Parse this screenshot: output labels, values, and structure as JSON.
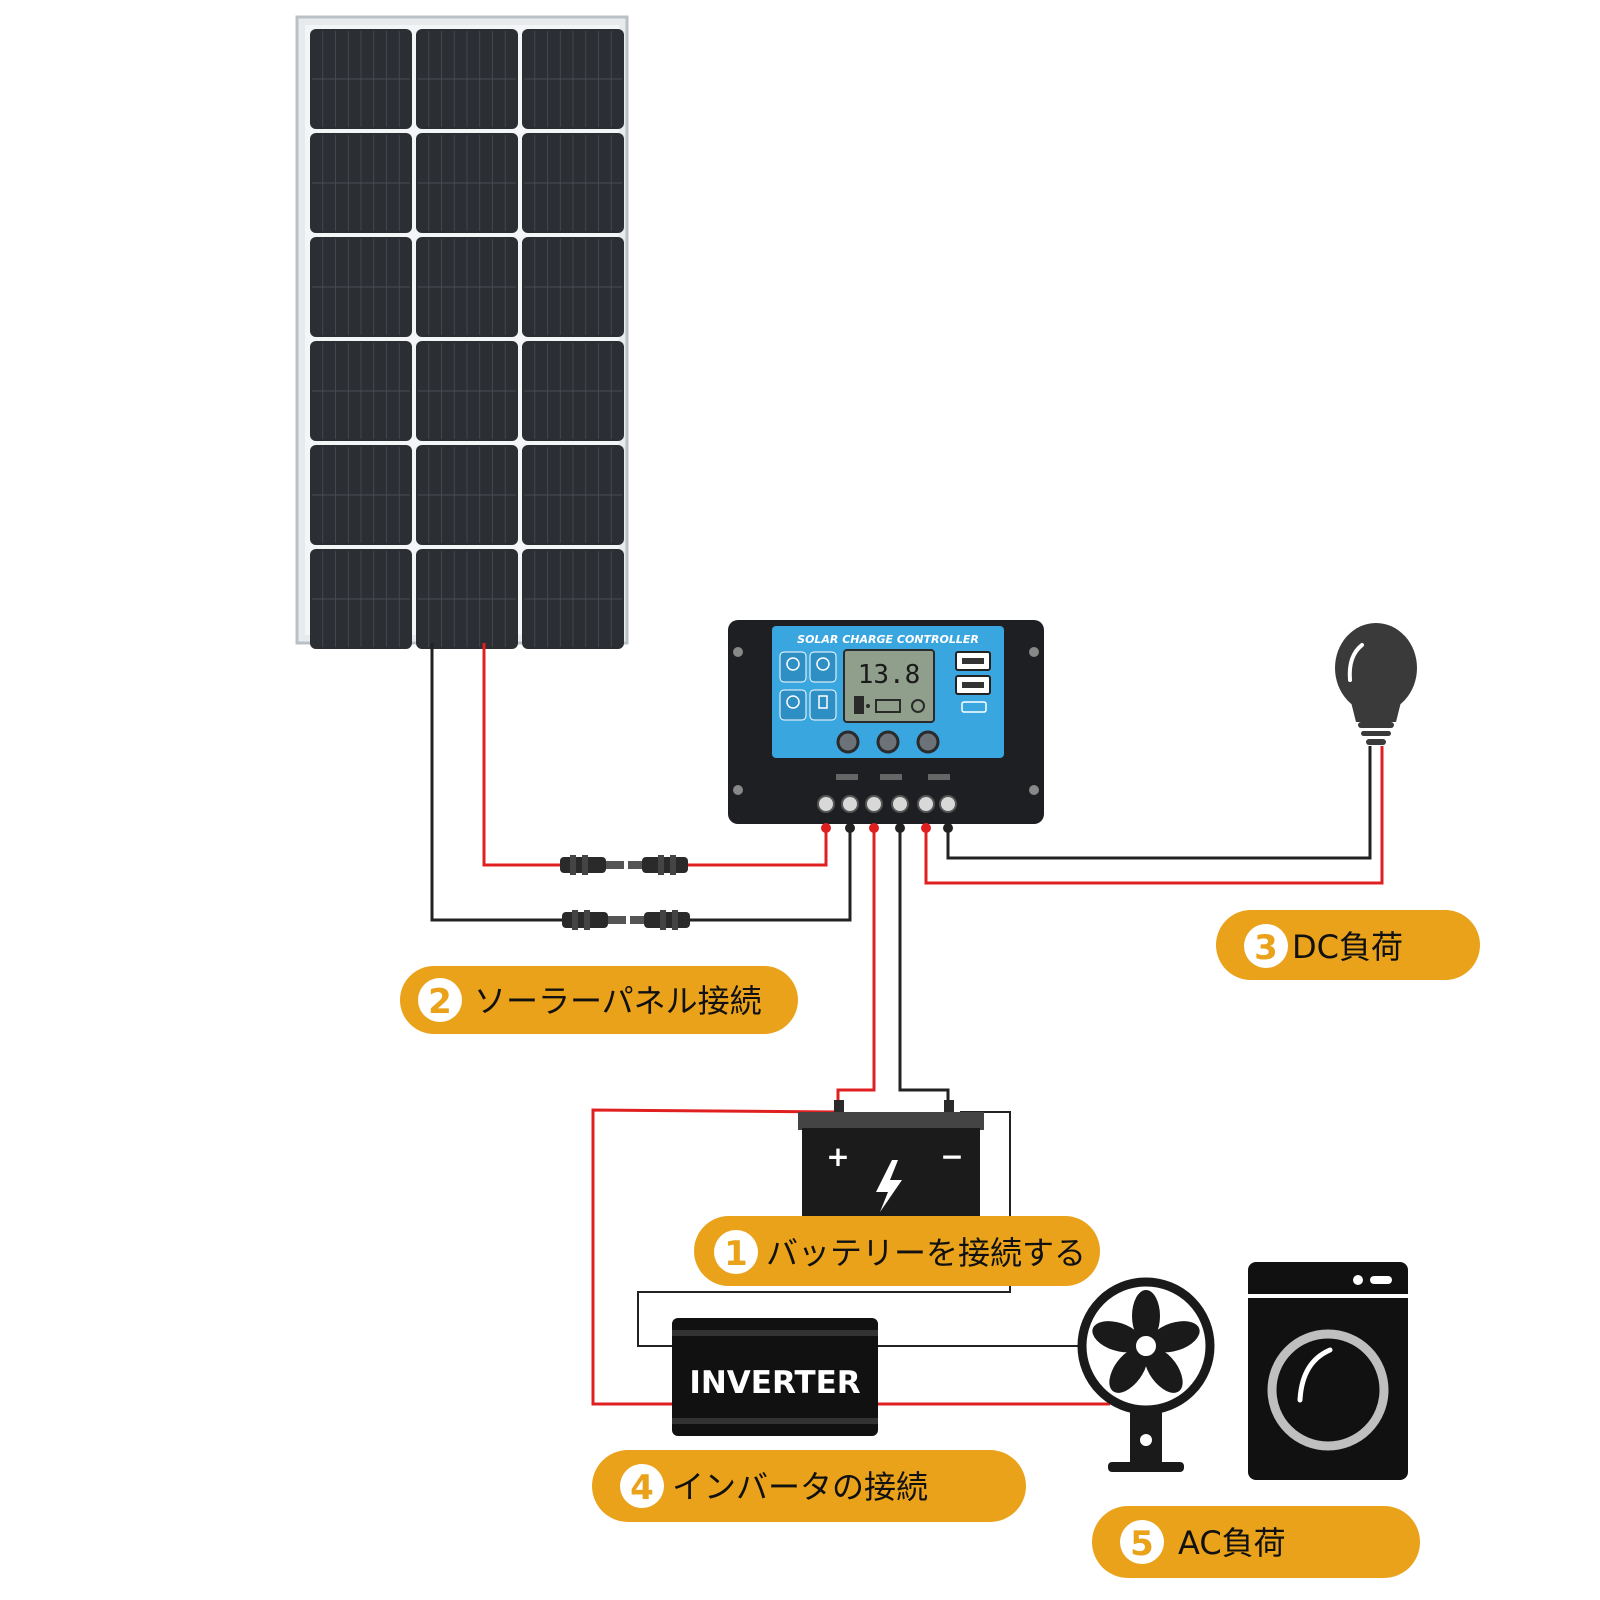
{
  "labels": {
    "battery": {
      "num": "1",
      "text": "バッテリーを接続する"
    },
    "solar_panel": {
      "num": "2",
      "text": "ソーラーパネル接続"
    },
    "dc_load": {
      "num": "3",
      "text": "DC負荷"
    },
    "inverter": {
      "num": "4",
      "text": "インバータの接続"
    },
    "ac_load": {
      "num": "5",
      "text": "AC負荷"
    }
  },
  "controller": {
    "title": "SOLAR CHARGE CONTROLLER",
    "display_value": "13.8"
  },
  "inverter_text": "INVERTER",
  "battery_terminals": {
    "plus": "+",
    "minus": "−"
  },
  "colors": {
    "label_bg": "#e9a21a",
    "wire_red": "#e02020",
    "wire_black": "#222222",
    "controller_face": "#3aa6e0",
    "panel_cell": "#2b2e33",
    "device_black": "#111111"
  }
}
